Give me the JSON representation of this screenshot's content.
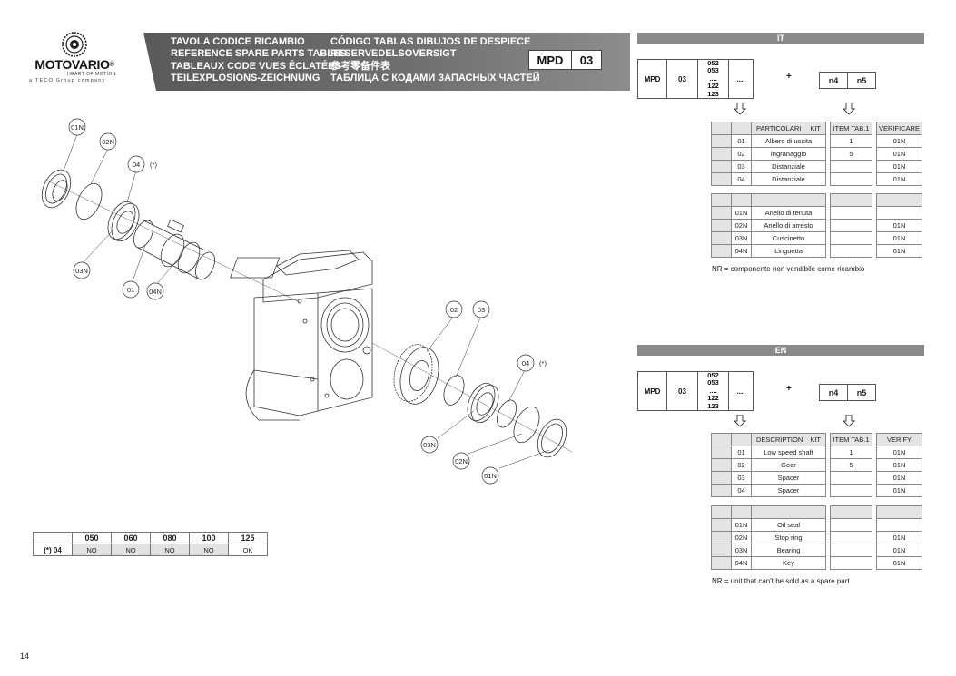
{
  "brand": {
    "name": "MOTOVARIO",
    "registered": "®",
    "tagline": "HEART OF MOTION",
    "company_line": "a TECO Group company"
  },
  "titles": {
    "col1": [
      "TAVOLA CODICE RICAMBIO",
      "REFERENCE SPARE PARTS TABLES",
      "TABLEAUX CODE VUES ÉCLATÉES",
      "TEILEXPLOSIONS-ZEICHNUNG"
    ],
    "col2": [
      "CÓDIGO TABLAS DIBUJOS DE DESPIECE",
      "RESERVEDELSOVERSIGT",
      "参考零备件表",
      "ТАБЛИЦА С КОДАМИ ЗАПАСНЫХ ЧАСТЕЙ"
    ],
    "code_a": "MPD",
    "code_b": "03"
  },
  "drawing_labels": {
    "l01N_top": "01N",
    "l02N_top": "02N",
    "l04_top": "04",
    "ast_top": "(*)",
    "l03N_left": "03N",
    "l01_left": "01",
    "l04N_left": "04N",
    "l02_right": "02",
    "l03_right": "03",
    "l04_right": "04",
    "ast_right": "(*)",
    "l03N_right": "03N",
    "l02N_right": "02N",
    "l01N_right": "01N"
  },
  "size_table": {
    "headers": [
      "",
      "050",
      "060",
      "080",
      "100",
      "125"
    ],
    "row_label": "(*) 04",
    "values": [
      "NO",
      "NO",
      "NO",
      "NO",
      "OK"
    ]
  },
  "it": {
    "header": "IT",
    "code": {
      "mpd": "MPD",
      "num": "03",
      "sizes": [
        "052",
        "053",
        "....",
        "122",
        "123"
      ],
      "dots": "....",
      "plus": "+",
      "n4": "n4",
      "n5": "n5"
    },
    "col_headers": {
      "part": "PARTICOLARI",
      "kit": "KIT",
      "item": "ITEM TAB.1",
      "verify": "VERIFICARE"
    },
    "rows": [
      {
        "num": "01",
        "desc": "Albero di uscita",
        "item": "1",
        "verify": "01N"
      },
      {
        "num": "02",
        "desc": "Ingranaggio",
        "item": "5",
        "verify": "01N"
      },
      {
        "num": "03",
        "desc": "Distanziale",
        "item": "",
        "verify": "01N"
      },
      {
        "num": "04",
        "desc": "Distanziale",
        "item": "",
        "verify": "01N"
      }
    ],
    "kit_rows": [
      {
        "num": "01N",
        "desc": "Anello di tenuta",
        "item": "",
        "verify": ""
      },
      {
        "num": "02N",
        "desc": "Anello di arresto",
        "item": "",
        "verify": "01N"
      },
      {
        "num": "03N",
        "desc": "Cuscinetto",
        "item": "",
        "verify": "01N"
      },
      {
        "num": "04N",
        "desc": "Linguetta",
        "item": "",
        "verify": "01N"
      }
    ],
    "note": "NR = componente non vendibile come ricambio"
  },
  "en": {
    "header": "EN",
    "code": {
      "mpd": "MPD",
      "num": "03",
      "sizes": [
        "052",
        "053",
        "....",
        "122",
        "123"
      ],
      "dots": "....",
      "plus": "+",
      "n4": "n4",
      "n5": "n5"
    },
    "col_headers": {
      "part": "DESCRIPTION",
      "kit": "KIT",
      "item": "ITEM TAB.1",
      "verify": "VERIFY"
    },
    "rows": [
      {
        "num": "01",
        "desc": "Low speed shaft",
        "item": "1",
        "verify": "01N"
      },
      {
        "num": "02",
        "desc": "Gear",
        "item": "5",
        "verify": "01N"
      },
      {
        "num": "03",
        "desc": "Spacer",
        "item": "",
        "verify": "01N"
      },
      {
        "num": "04",
        "desc": "Spacer",
        "item": "",
        "verify": "01N"
      }
    ],
    "kit_rows": [
      {
        "num": "01N",
        "desc": "Oil seal",
        "item": "",
        "verify": ""
      },
      {
        "num": "02N",
        "desc": "Stop ring",
        "item": "",
        "verify": "01N"
      },
      {
        "num": "03N",
        "desc": "Bearing",
        "item": "",
        "verify": "01N"
      },
      {
        "num": "04N",
        "desc": "Key",
        "item": "",
        "verify": "01N"
      }
    ],
    "note": "NR = unit that can't be sold as a spare part"
  },
  "page_number": "14"
}
